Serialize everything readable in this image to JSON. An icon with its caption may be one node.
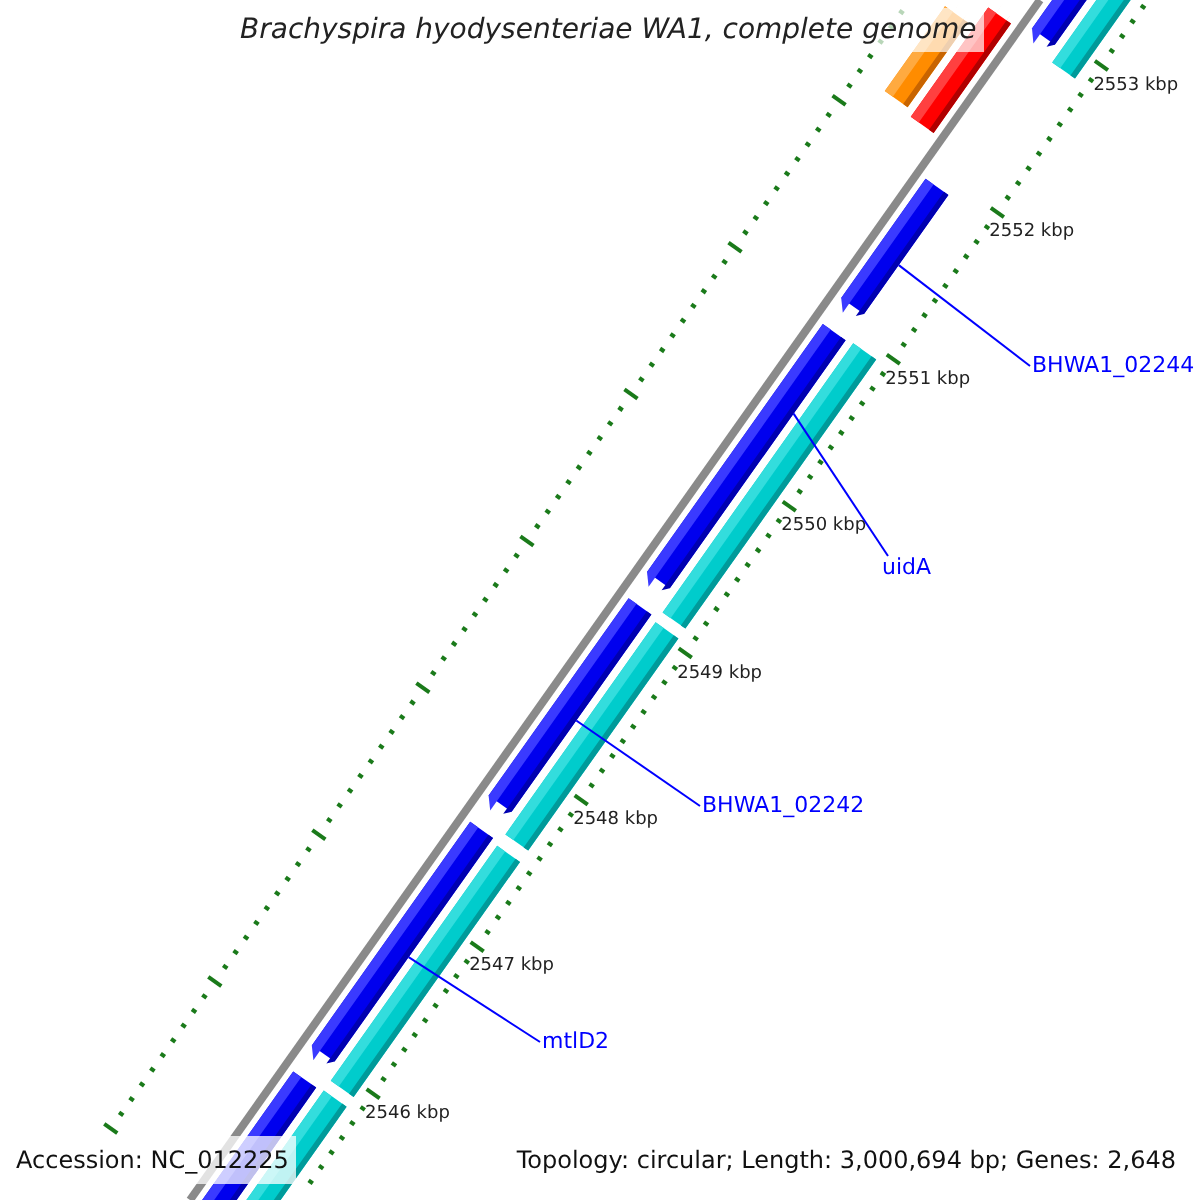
{
  "diagram": {
    "title": "Brachyspira hyodysenteriae WA1, complete genome",
    "nodes": [
      {
        "text": [],
        "shape": "arrow"
      },
      {
        "text": [],
        "shape": "arrow"
      },
      {
        "text": [],
        "shape": "arrow"
      },
      {
        "text": [],
        "shape": "bar"
      },
      {
        "text": [],
        "shape": "arrow"
      },
      {
        "text": [
          "BHWA1_02244"
        ]
      },
      {
        "text": [],
        "shape": "bar"
      },
      {
        "text": [],
        "shape": "arrow"
      },
      {
        "text": [
          "uidA"
        ]
      },
      {
        "text": [],
        "shape": "bar"
      },
      {
        "text": [],
        "shape": "arrow"
      },
      {
        "text": [
          "BHWA1_02242"
        ]
      },
      {
        "text": [],
        "shape": "bar"
      },
      {
        "text": [],
        "shape": "arrow"
      },
      {
        "text": [
          "mtlD2"
        ]
      },
      {
        "text": [],
        "shape": "bar"
      },
      {
        "text": [],
        "shape": "arrow"
      }
    ],
    "edges": [
      {
        "from": 5,
        "to": 4,
        "arrow": "none"
      },
      {
        "from": 8,
        "to": 7,
        "arrow": "none"
      },
      {
        "from": 11,
        "to": 10,
        "arrow": "none"
      },
      {
        "from": 14,
        "to": 13,
        "arrow": "none"
      }
    ],
    "labels": [
      "2553 kbp",
      "2552 kbp",
      "2551 kbp",
      "2550 kbp",
      "2549 kbp",
      "2548 kbp",
      "2547 kbp",
      "2546 kbp",
      "Accession: NC_012225",
      "Topology: circular; Length: 3,000,694 bp; Genes: 2,648"
    ]
  }
}
